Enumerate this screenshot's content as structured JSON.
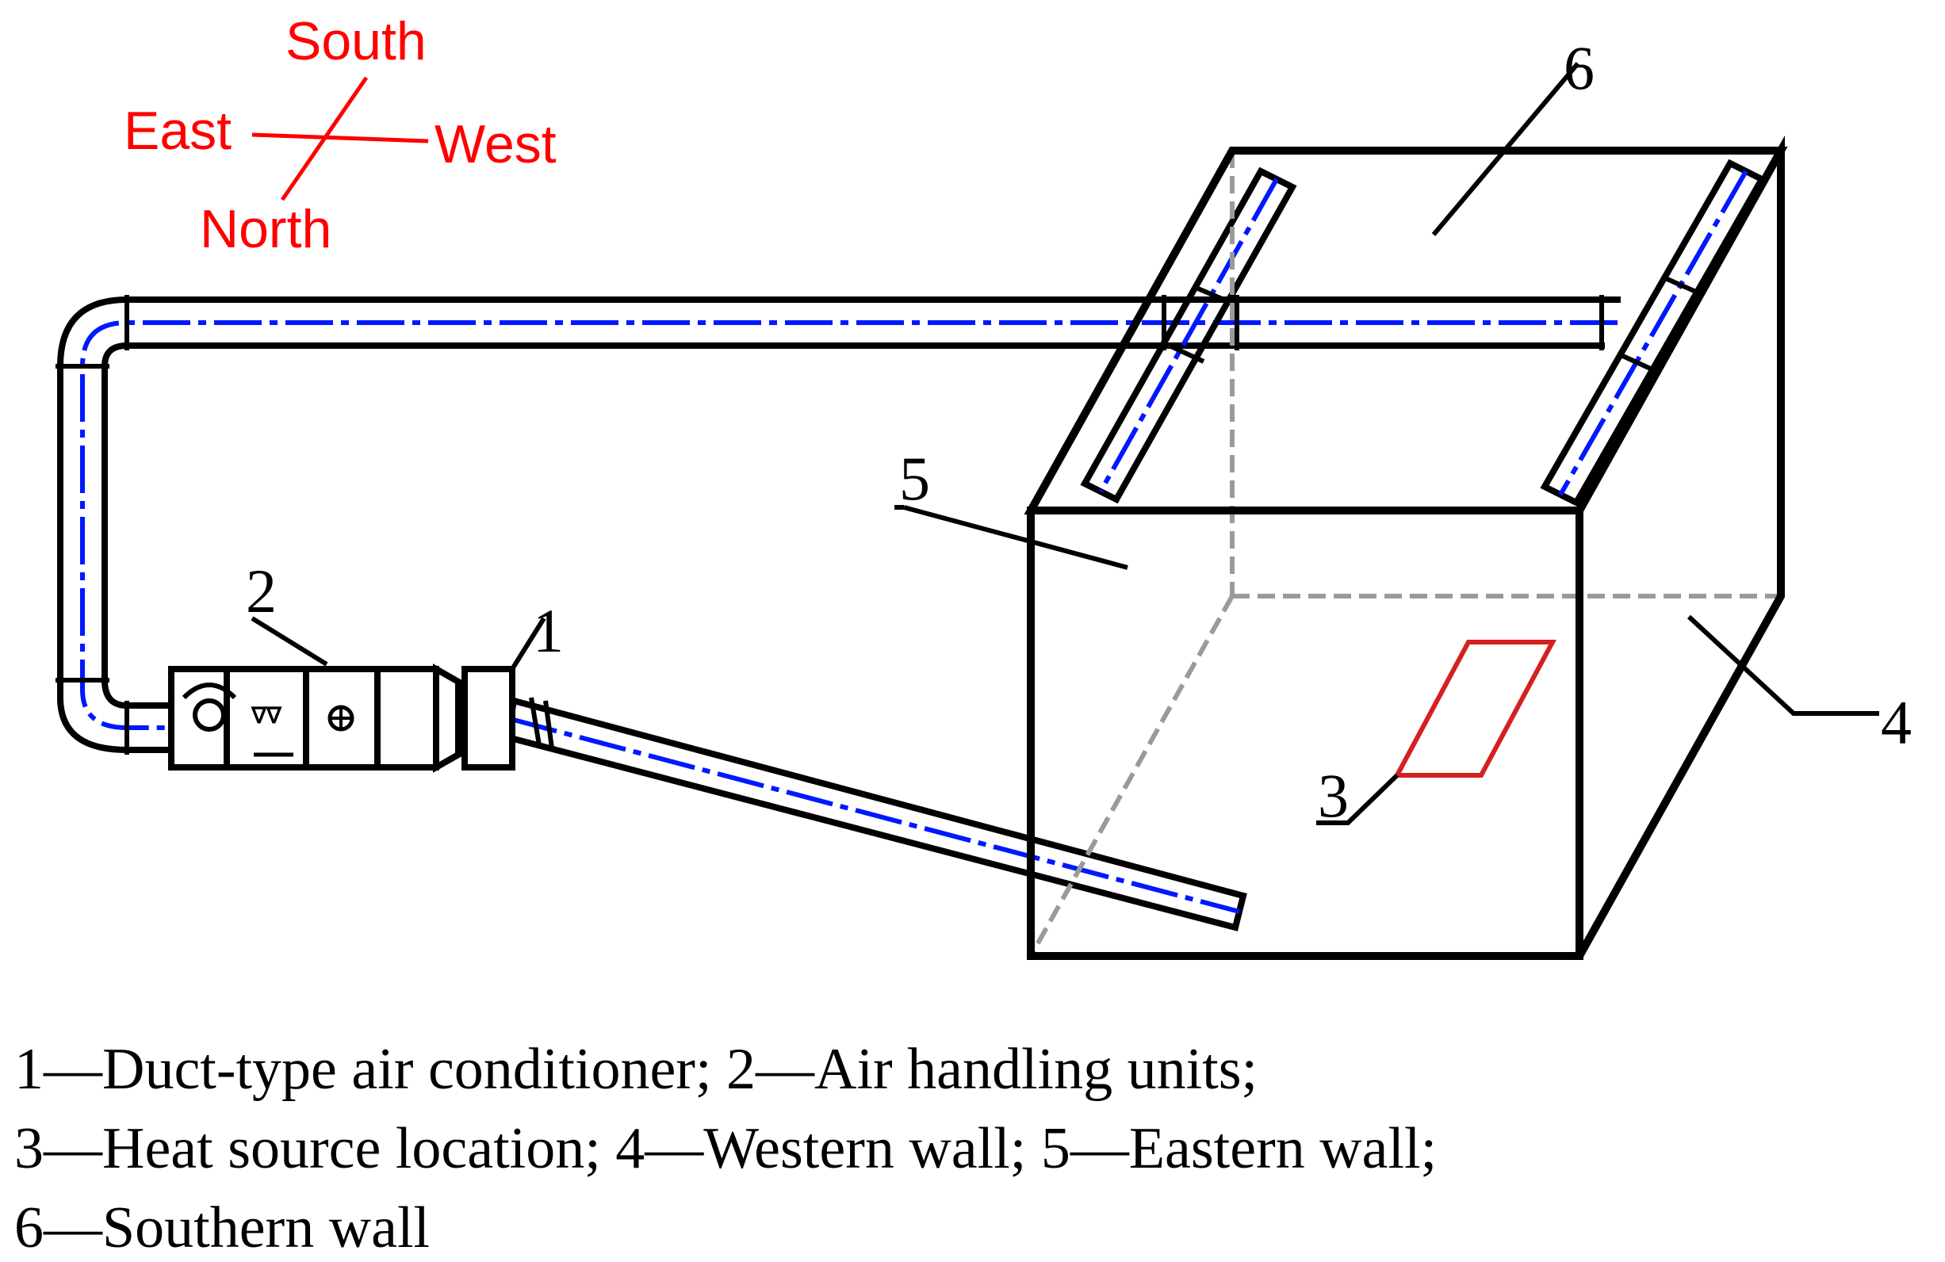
{
  "compass": {
    "south": "South",
    "east": "East",
    "west": "West",
    "north": "North",
    "color": "#ff0000"
  },
  "labels": {
    "n1": "1",
    "n2": "2",
    "n3": "3",
    "n4": "4",
    "n5": "5",
    "n6": "6"
  },
  "legend": {
    "line1": "1—Duct-type air conditioner; 2—Air handling units;",
    "line2": "3—Heat source location; 4—Western wall; 5—Eastern wall;",
    "line3": "6—Southern wall"
  },
  "colors": {
    "duct_centerline": "#0018ff",
    "heat_source": "#d42020",
    "hidden_edges": "#9a9a9a"
  }
}
